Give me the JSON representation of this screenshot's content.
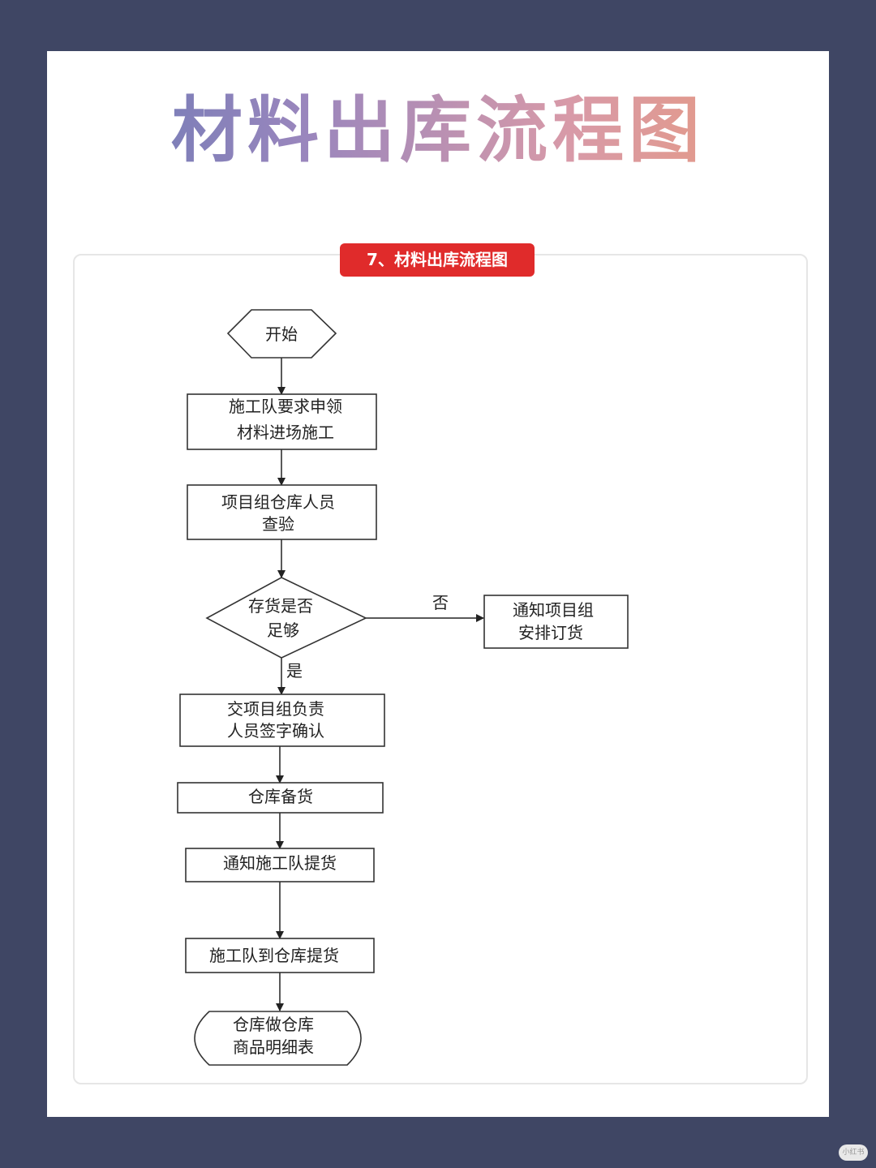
{
  "title": "材料出库流程图",
  "section_badge": "7、材料出库流程图",
  "nodes": {
    "start": [
      "开始"
    ],
    "request": [
      "施工队要求申领",
      "材料进场施工"
    ],
    "inspect": [
      "项目组仓库人员",
      "查验"
    ],
    "decision": [
      "存货是否",
      "足够"
    ],
    "notify_order": [
      "通知项目组",
      "安排订货"
    ],
    "confirm": [
      "交项目组负责",
      "人员签字确认"
    ],
    "prepare": [
      "仓库备货"
    ],
    "notify_pickup": [
      "通知施工队提货"
    ],
    "pickup": [
      "施工队到仓库提货"
    ],
    "ledger": [
      "仓库做仓库",
      "商品明细表"
    ]
  },
  "edge_labels": {
    "no": "否",
    "yes": "是"
  },
  "watermark": "小红书"
}
